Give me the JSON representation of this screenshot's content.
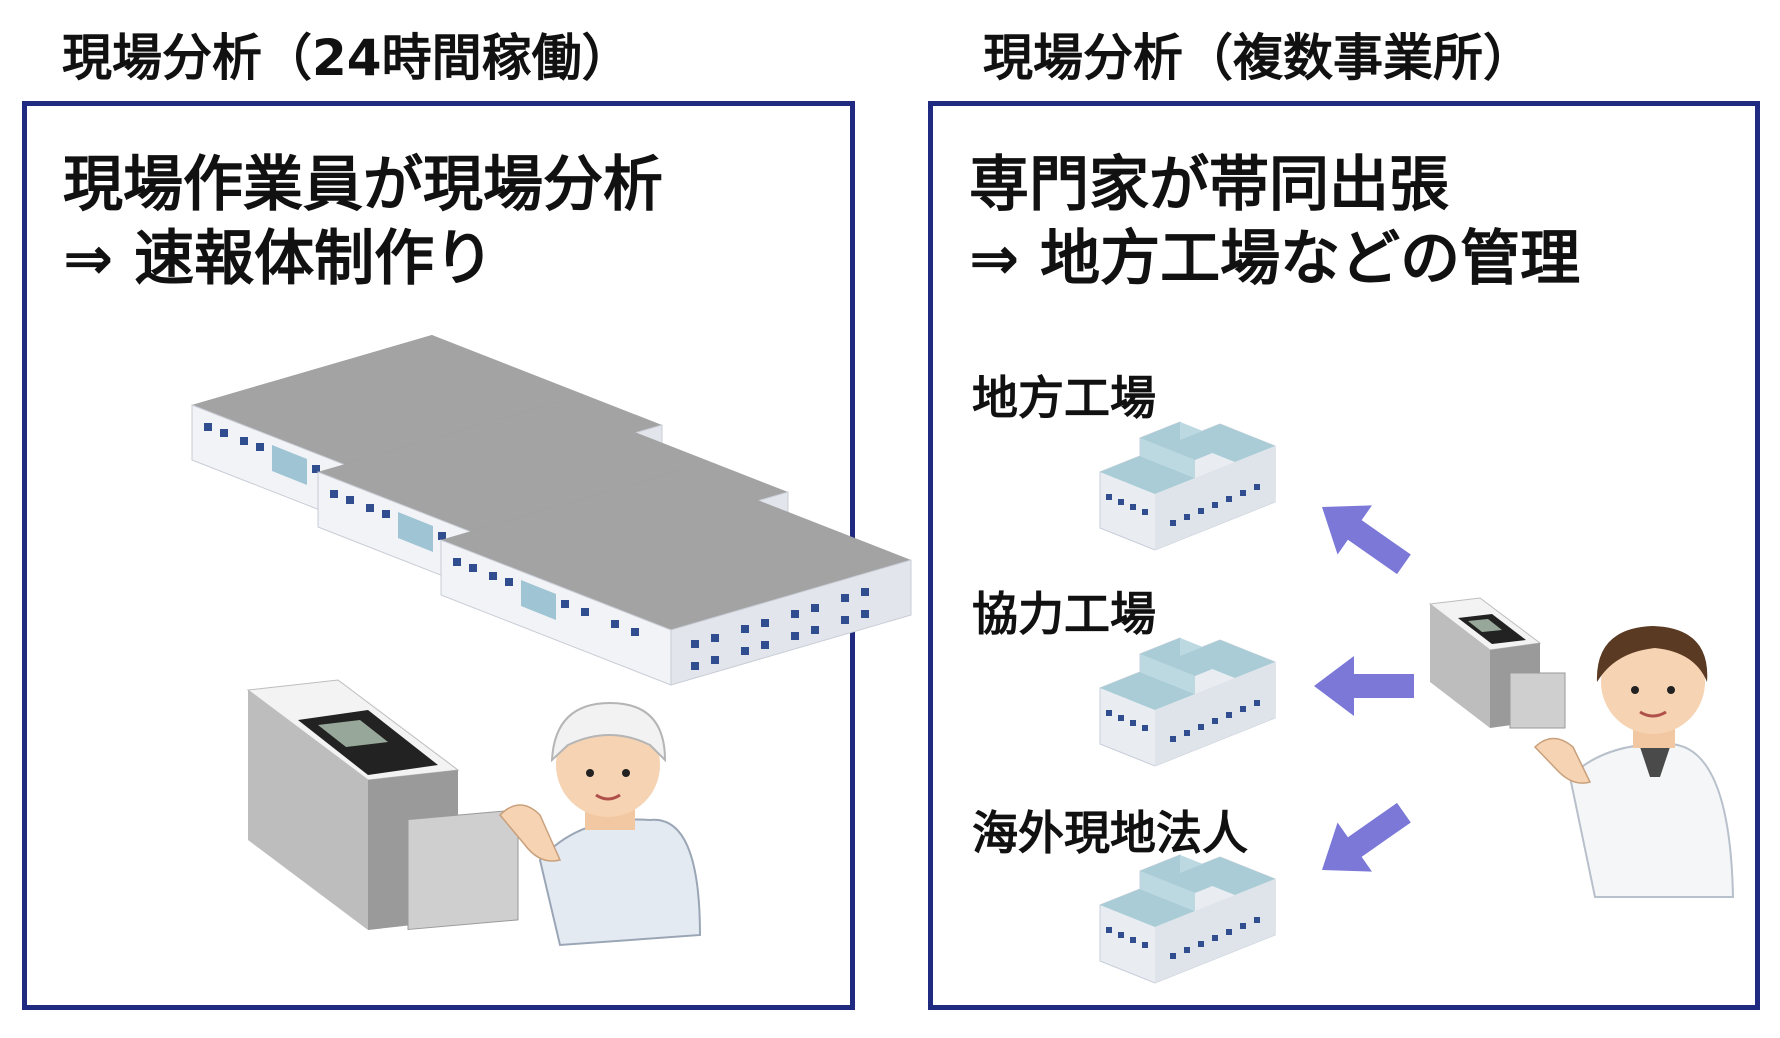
{
  "left_panel": {
    "title": "現場分析（24時間稼働）",
    "headline_line1": "現場作業員が現場分析",
    "headline_line2": "⇒ 速報体制作り"
  },
  "right_panel": {
    "title": "現場分析（複数事業所）",
    "headline_line1": "専門家が帯同出張",
    "headline_line2": "⇒ 地方工場などの管理",
    "sites": [
      {
        "label": "地方工場"
      },
      {
        "label": "協力工場"
      },
      {
        "label": "海外現地法人"
      }
    ]
  },
  "colors": {
    "border": "#1f2a80",
    "arrow": "#7b78d8",
    "factory_roof": "#a9ccd6",
    "warehouse_roof": "#9c9c9c"
  }
}
